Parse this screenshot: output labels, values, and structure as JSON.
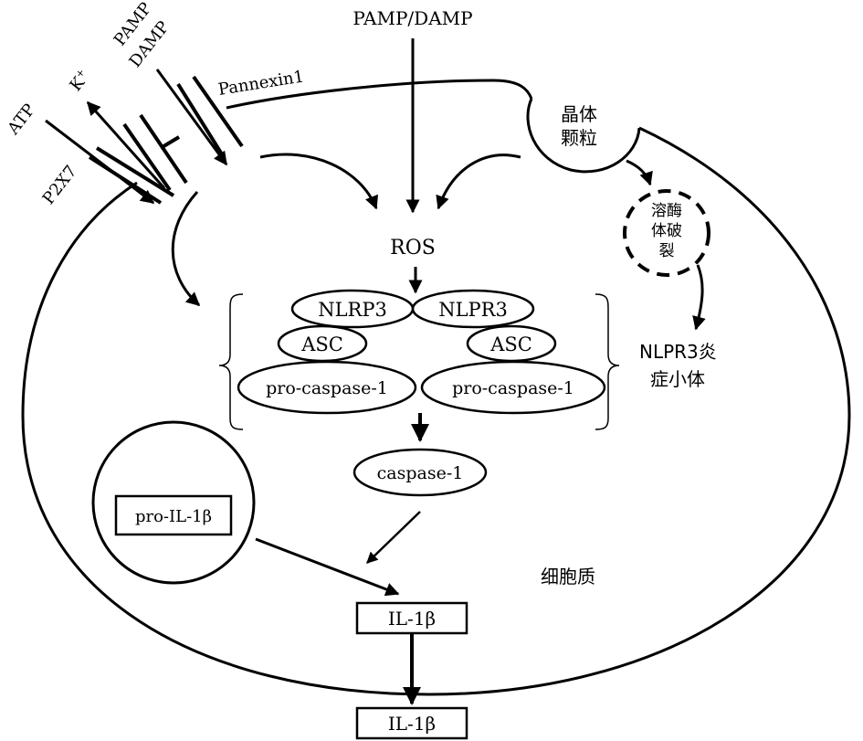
{
  "labels": {
    "pamp_damp_top": "PAMP/DAMP",
    "pamp": "PAMP",
    "damp": "DAMP",
    "k_plus": "K",
    "k_plus_sup": "+",
    "atp": "ATP",
    "p2x7": "P2X7",
    "pannexin1": "Pannexin1",
    "crystal_line1": "晶体",
    "crystal_line2": "颗粒",
    "lysosome_line1": "溶酶",
    "lysosome_line2": "体破",
    "lysosome_line3": "裂",
    "ros": "ROS",
    "nlrp3_left": "NLRP3",
    "nlpr3_right": "NLPR3",
    "asc_left": "ASC",
    "asc_right": "ASC",
    "procaspase_left": "pro-caspase-1",
    "procaspase_right": "pro-caspase-1",
    "inflammasome_line1": "NLPR3炎",
    "inflammasome_line2": "症小体",
    "caspase1": "caspase-1",
    "pro_il1b": "pro-IL-1β",
    "il1b_inside": "IL-1β",
    "il1b_outside": "IL-1β",
    "cytoplasm": "细胞质"
  }
}
